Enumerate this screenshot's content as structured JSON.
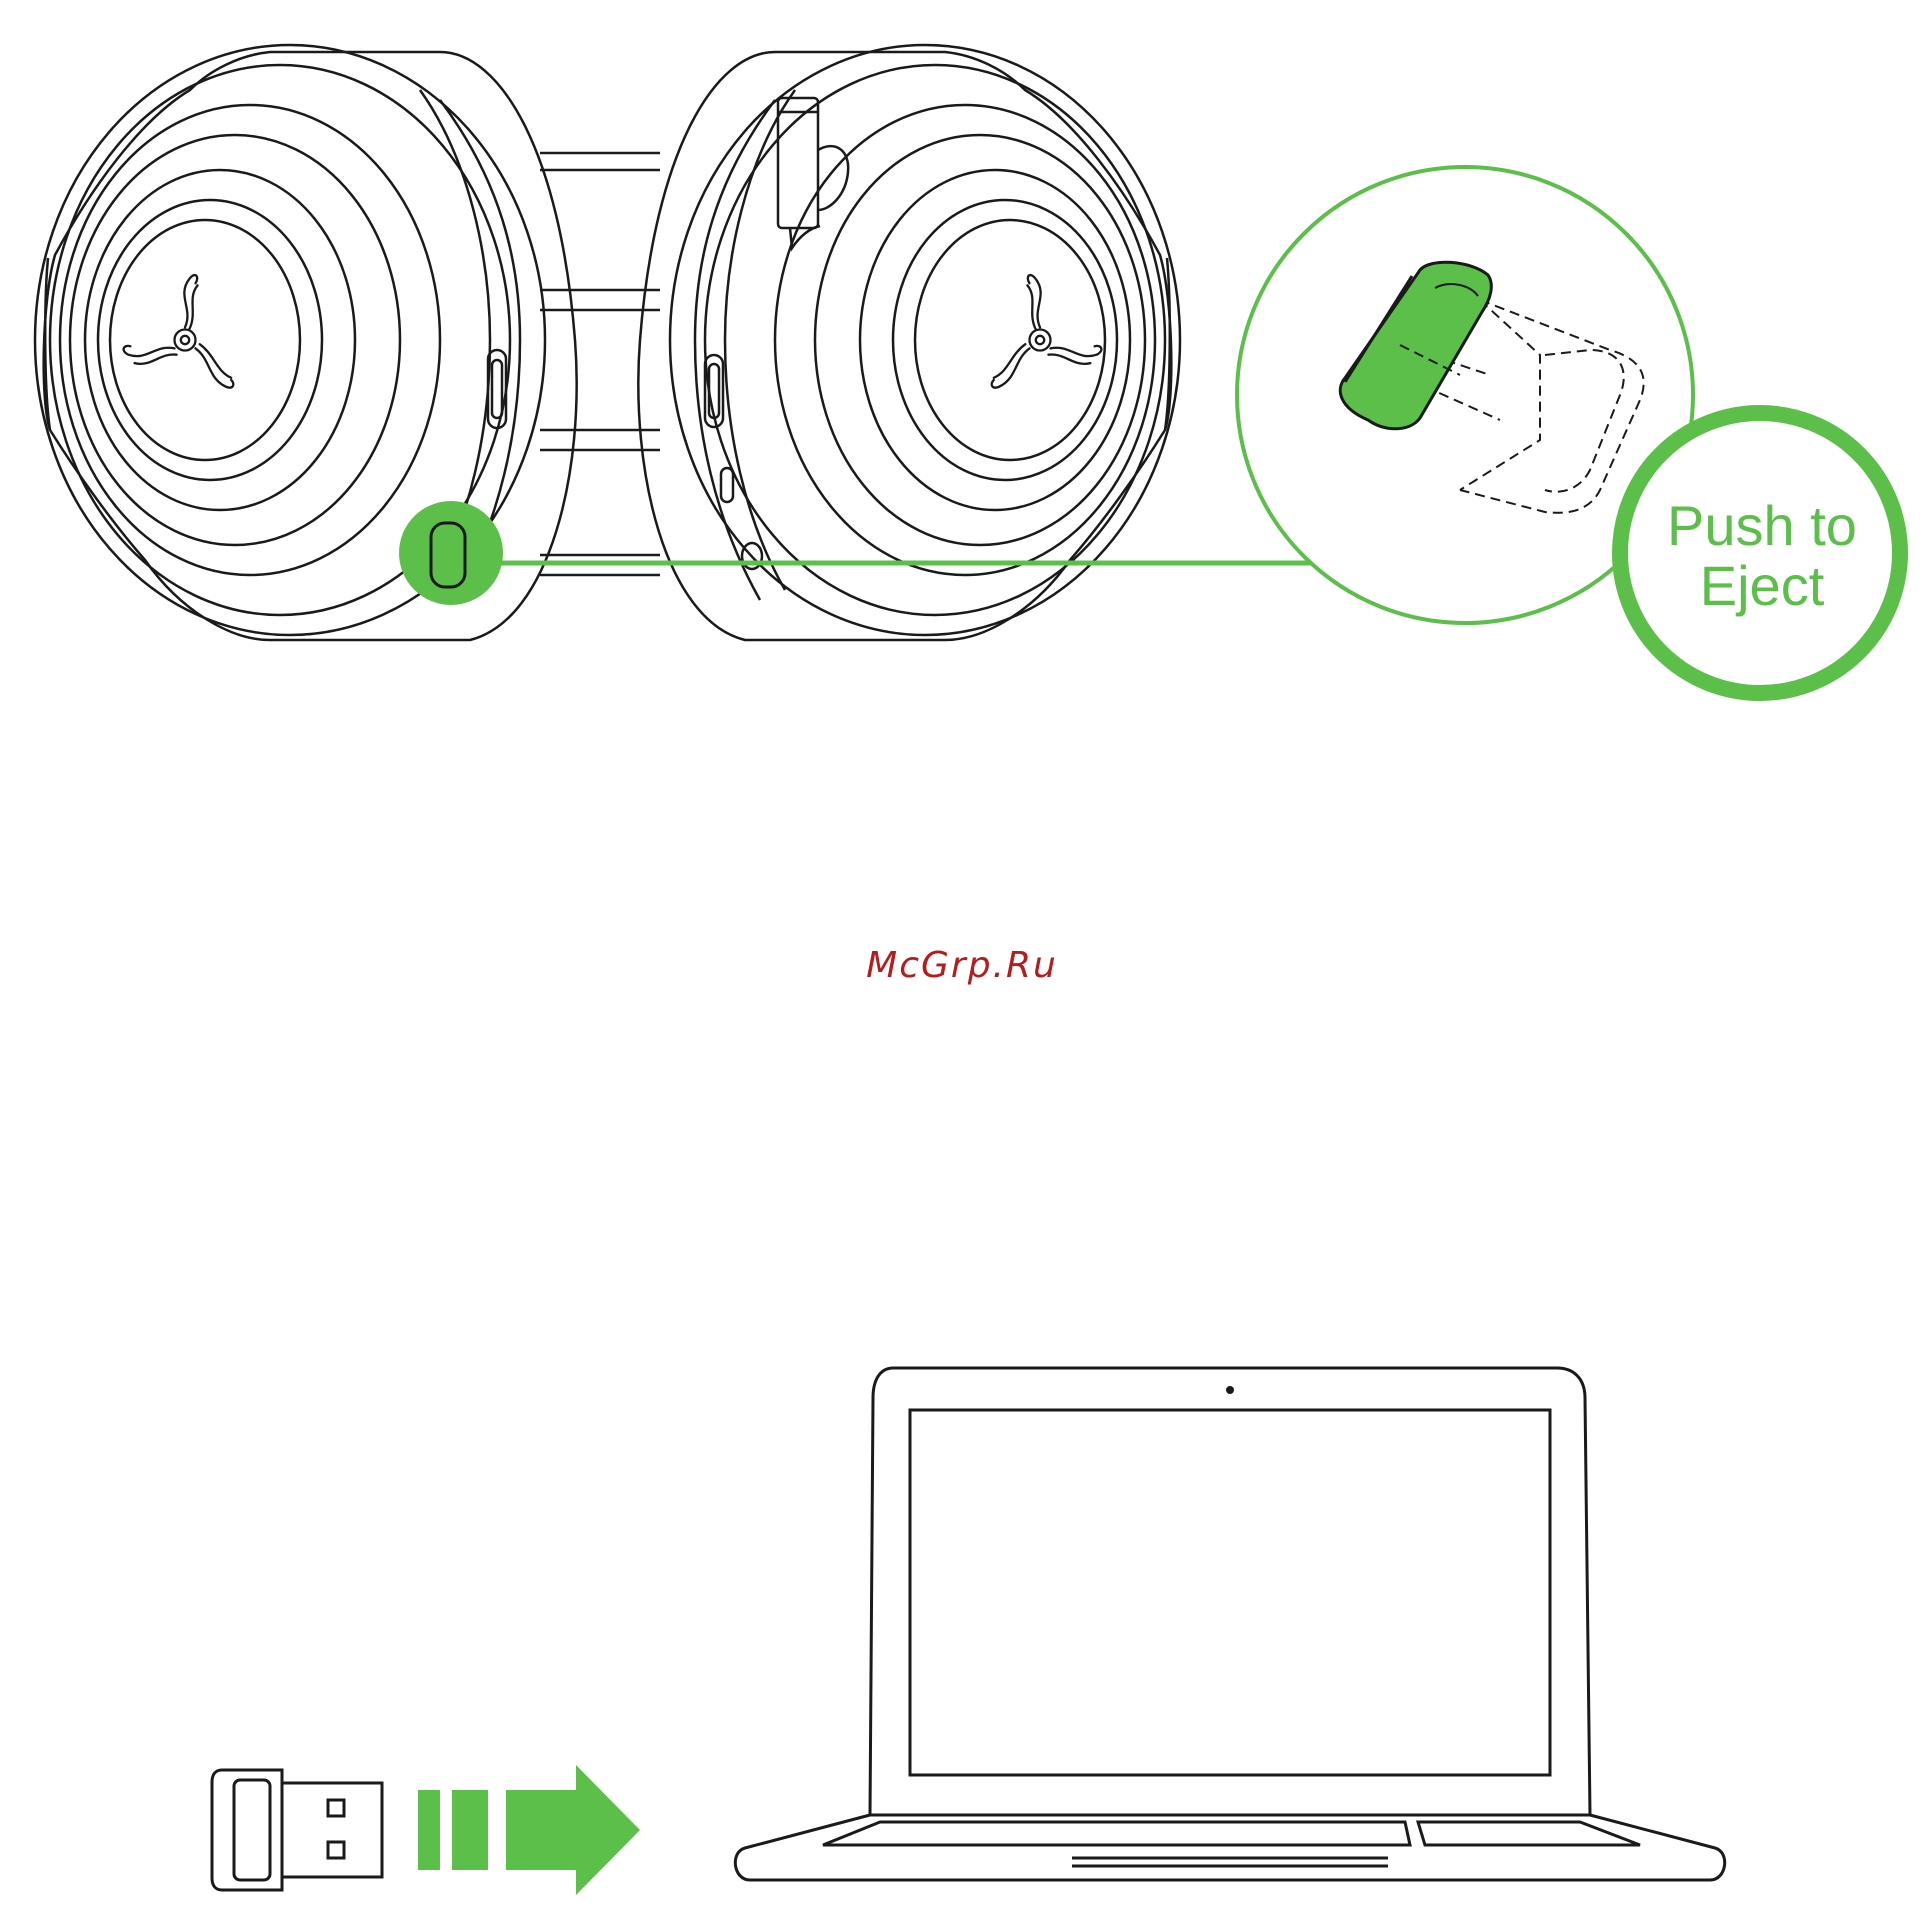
{
  "callout": {
    "line1": "Push to",
    "line2": "Eject"
  },
  "watermark": "McGrp.Ru",
  "colors": {
    "accent": "#5cbf49",
    "accent_dark": "#2d6e1f",
    "line": "#1a1a1a",
    "watermark": "#b71c1c"
  },
  "icons": [
    "razer-logo-icon",
    "usb-dongle-icon",
    "arrow-right-icon",
    "laptop-icon"
  ]
}
